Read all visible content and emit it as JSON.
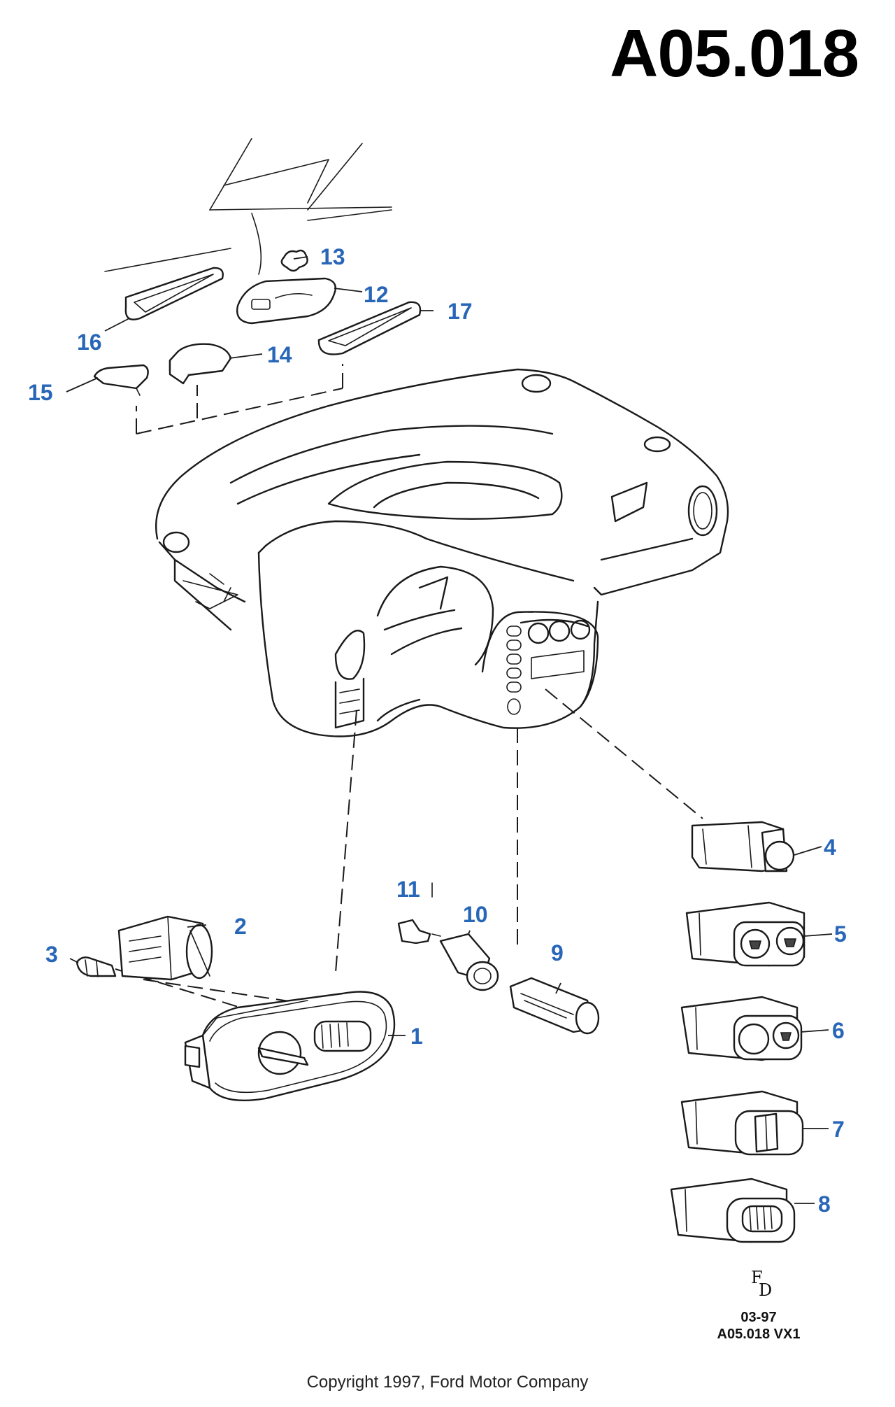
{
  "diagram": {
    "title": "A05.018",
    "callouts": {
      "c1": "1",
      "c2": "2",
      "c3": "3",
      "c4": "4",
      "c5": "5",
      "c6": "6",
      "c7": "7",
      "c8": "8",
      "c9": "9",
      "c10": "10",
      "c11": "11",
      "c12": "12",
      "c13": "13",
      "c14": "14",
      "c15": "15",
      "c16": "16",
      "c17": "17"
    },
    "callout_color": "#2866b8",
    "fd_mark_f": "F",
    "fd_mark_d": "D",
    "date_code": "03-97",
    "ref_code": "A05.018 VX1",
    "copyright": "Copyright 1997, Ford Motor Company"
  }
}
